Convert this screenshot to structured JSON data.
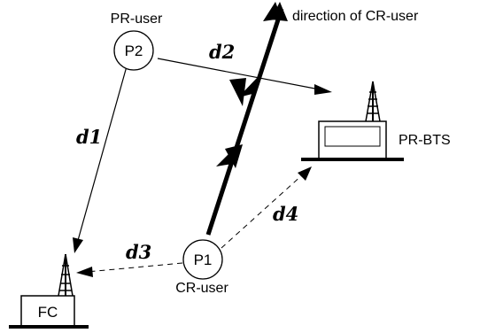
{
  "labels": {
    "pr_user": "PR-user",
    "cr_user": "CR-user",
    "pr_bts": "PR-BTS",
    "fc": "FC",
    "direction": "direction of CR-user"
  },
  "nodes": {
    "p1": "P1",
    "p2": "P2"
  },
  "distances": {
    "d1": "d1",
    "d2": "d2",
    "d3": "d3",
    "d4": "d4"
  }
}
